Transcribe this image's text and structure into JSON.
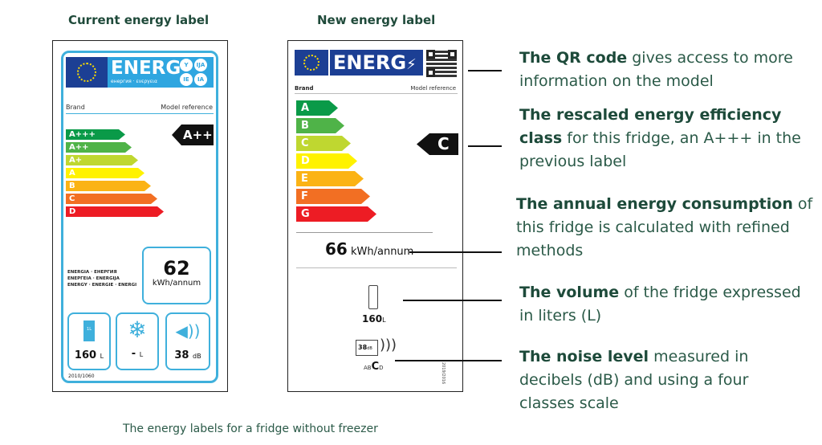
{
  "current_label": {
    "title": "Current energy label",
    "logo": "ENERG",
    "logo_sub": "енергия · ενεργεια",
    "lang_badges": [
      "Y",
      "IJA",
      "IE",
      "IA"
    ],
    "brand": "Brand",
    "model": "Model reference",
    "classes": [
      "A+++",
      "A++",
      "A+",
      "A",
      "B",
      "C",
      "D"
    ],
    "class_colors": [
      "#0a9a48",
      "#4fb348",
      "#bfd730",
      "#fff200",
      "#fbb315",
      "#f26f23",
      "#ed1c24"
    ],
    "rating": "A+++",
    "energy_words": [
      "ENERGIA · ЕНЕРГИЯ",
      "ΕΝΕΡΓΕΙΑ · ENERGIJA",
      "ENERGY · ENERGIE · ENERGI"
    ],
    "consumption": "62",
    "consumption_unit": "kWh/annum",
    "volume": "160",
    "volume_unit": "L",
    "carton_label": "1L",
    "freezer": "-",
    "freezer_unit": "L",
    "noise": "38",
    "noise_unit": "dB",
    "regulation": "2010/1060"
  },
  "new_label": {
    "title": "New energy label",
    "logo": "ENERG",
    "brand": "Brand",
    "model": "Model reference",
    "classes": [
      "A",
      "B",
      "C",
      "D",
      "E",
      "F",
      "G"
    ],
    "class_colors": [
      "#0a9a48",
      "#4fb348",
      "#bfd730",
      "#fff200",
      "#fbb315",
      "#f26f23",
      "#ed1c24"
    ],
    "rating": "C",
    "consumption": "66",
    "consumption_unit": "kWh/annum",
    "volume": "160",
    "volume_unit": "L",
    "noise": "38",
    "noise_unit": "dB",
    "noise_classes_pre": "AB",
    "noise_class": "C",
    "noise_classes_post": "D",
    "regulation": "2019/2016"
  },
  "annotations": [
    {
      "bold": "The QR code",
      "text": " gives access to more information on the model"
    },
    {
      "bold": "The rescaled energy efficiency class",
      "text": " for this fridge, an A+++ in the previous label"
    },
    {
      "bold": "The annual energy consumption",
      "text": " of this fridge is calculated with refined methods"
    },
    {
      "bold": "The volume",
      "text": " of the fridge expressed in liters (L)"
    },
    {
      "bold": "The noise level",
      "text": " measured in decibels (dB) and using a four classes scale"
    }
  ],
  "caption": "The energy labels for a fridge without freezer"
}
